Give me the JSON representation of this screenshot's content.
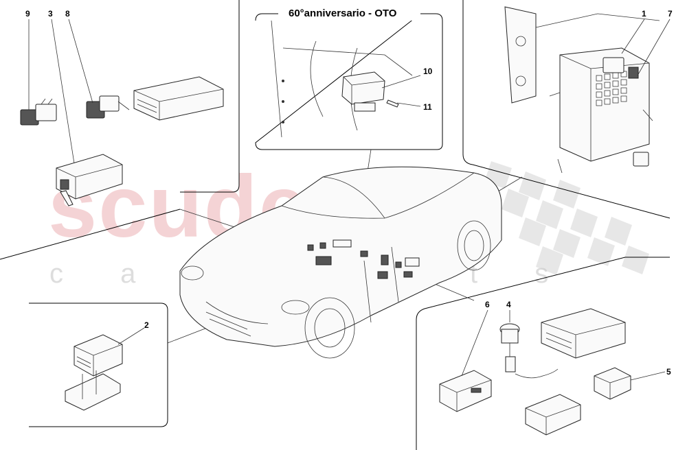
{
  "diagram": {
    "inset_title": "60°anniversario - OTO",
    "watermark": {
      "brand": "scuderia",
      "tagline": "c a r   p a r t s"
    },
    "callouts": [
      {
        "id": "c1",
        "label": "1"
      },
      {
        "id": "c2",
        "label": "2"
      },
      {
        "id": "c3",
        "label": "3"
      },
      {
        "id": "c4",
        "label": "4"
      },
      {
        "id": "c5",
        "label": "5"
      },
      {
        "id": "c6",
        "label": "6"
      },
      {
        "id": "c7",
        "label": "7"
      },
      {
        "id": "c8",
        "label": "8"
      },
      {
        "id": "c9",
        "label": "9"
      },
      {
        "id": "c10",
        "label": "10"
      },
      {
        "id": "c11",
        "label": "11"
      }
    ]
  }
}
